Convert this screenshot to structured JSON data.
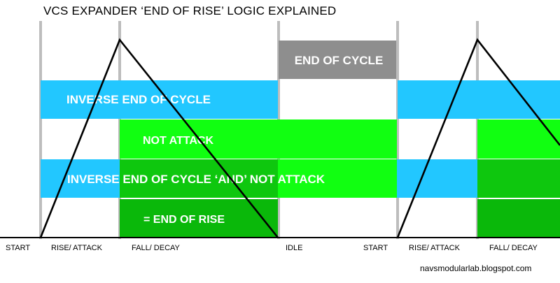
{
  "title": "VCS EXPANDER ‘END OF RISE’ LOGIC EXPLAINED",
  "credit": "navsmodularlab.blogspot.com",
  "colors": {
    "cyan": "#22c7ff",
    "green": "#11ff11",
    "dark_green": "#0ab80a",
    "gray": "#8e8e8e",
    "divider": "#bdbdbd",
    "background": "#ffffff"
  },
  "bands": {
    "end_of_cycle": "END OF CYCLE",
    "inverse_end_of_cycle": "INVERSE END OF CYCLE",
    "not_attack": "NOT ATTACK",
    "and_label": "INVERSE END OF CYCLE ‘AND’ NOT ATTACK",
    "end_of_rise": "= END OF RISE"
  },
  "phases": [
    {
      "label": "START"
    },
    {
      "label": "RISE/ ATTACK"
    },
    {
      "label": "FALL/ DECAY"
    },
    {
      "label": "IDLE"
    },
    {
      "label": "START"
    },
    {
      "label": "RISE/ ATTACK"
    },
    {
      "label": "FALL/ DECAY"
    }
  ]
}
